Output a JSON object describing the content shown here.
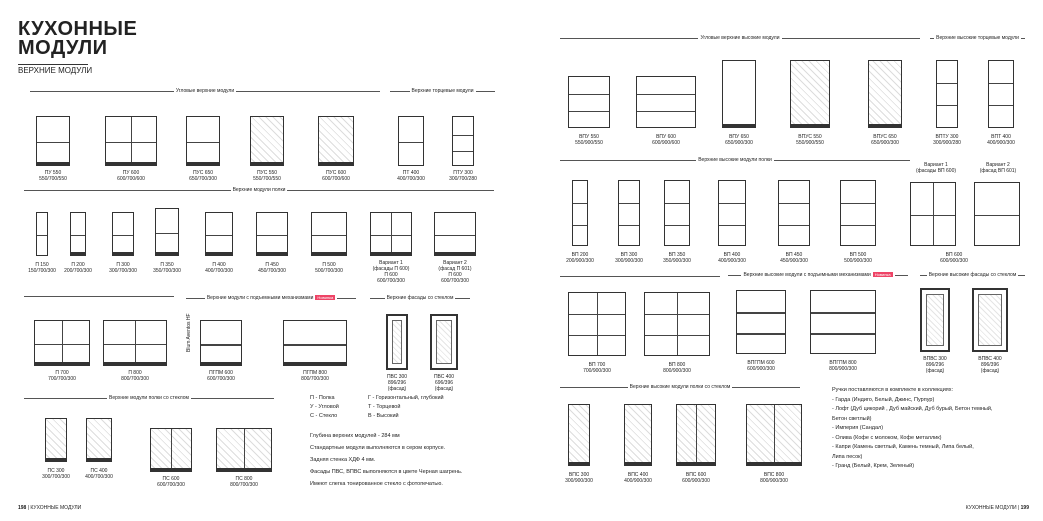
{
  "left": {
    "title": "КУХОННЫЕ МОДУЛИ",
    "subtitle": "ВЕРХНИЕ МОДУЛИ",
    "sections": {
      "corner": "Угловые верхние модули",
      "end": "Верхние торцевые модули",
      "shelves": "Верхние модули полки",
      "lift": "Верхние модули с подъемными механизмами",
      "facades": "Верхние фасады со стеклом",
      "glass": "Верхние модули полки со стеклом",
      "lift_badge": "Новинка"
    },
    "corner_modules": [
      {
        "name": "ПУ 550",
        "size": "550/700/550"
      },
      {
        "name": "ПУ 600",
        "size": "600/700/600"
      },
      {
        "name": "ПУС 650",
        "size": "650/700/300"
      },
      {
        "name": "ПУС 550",
        "size": "550/700/550"
      },
      {
        "name": "ПУС 600",
        "size": "600/700/600"
      }
    ],
    "end_modules": [
      {
        "name": "ПТ 400",
        "size": "400/700/300"
      },
      {
        "name": "ПТУ 300",
        "size": "300/700/280"
      }
    ],
    "shelf_modules": [
      {
        "name": "П 150",
        "size": "150/700/300"
      },
      {
        "name": "П 200",
        "size": "200/700/300"
      },
      {
        "name": "П 300",
        "size": "300/700/300"
      },
      {
        "name": "П 350",
        "size": "350/700/300"
      },
      {
        "name": "П 400",
        "size": "400/700/300"
      },
      {
        "name": "П 450",
        "size": "450/700/300"
      },
      {
        "name": "П 500",
        "size": "500/700/300"
      },
      {
        "name": "П 600",
        "size": "600/700/300",
        "variant": "Вариант 1\n(фасады П 600)"
      },
      {
        "name": "П 600",
        "size": "600/700/300",
        "variant": "Вариант 2\n(фасад П 601)"
      }
    ],
    "wide_modules": [
      {
        "name": "П 700",
        "size": "700/700/300"
      },
      {
        "name": "П 800",
        "size": "800/700/300"
      }
    ],
    "lift_modules": [
      {
        "name": "ПГПМ 600",
        "size": "600/700/300"
      },
      {
        "name": "ПГПМ 800",
        "size": "800/700/300"
      }
    ],
    "lift_vertical": "Blum Aventos HF",
    "facades": [
      {
        "name": "ПВС 300",
        "size": "896/296\n(фасад)"
      },
      {
        "name": "ПВС 400",
        "size": "696/396\n(фасад)"
      }
    ],
    "glass_modules": [
      {
        "name": "ПС 300",
        "size": "300/700/300"
      },
      {
        "name": "ПС 400",
        "size": "400/700/300"
      },
      {
        "name": "ПС 600",
        "size": "600/700/300"
      },
      {
        "name": "ПС 800",
        "size": "800/700/300"
      }
    ],
    "legend_left": "П - Полка\nУ - Угловой\nС - Стекло",
    "legend_right": "Г - Горизонтальный, глубокий\nТ - Торцевой\nВ - Высокий",
    "notes": [
      "Глубина верхних модулей - 284 мм",
      "Стандартные модули выполняются в сером корпусе.",
      "Задняя стенка ХДФ 4 мм.",
      "Фасады ПВС, ВПВС выполняются в цвете Черная шагрень.",
      "Имеют слегка тонированное стекло с фотопечатью."
    ],
    "footer_page": "198",
    "footer_text": "КУХОННЫЕ МОДУЛИ"
  },
  "right": {
    "sections": {
      "corner_high": "Угловые верхние высокие модули",
      "end_high": "Верхние высокие торцевые модули",
      "shelves_high": "Верхние высокие модули полки",
      "lift_high": "Верхние высокие модули с подъемными механизмами",
      "facades_high": "Верхние высокие фасады со стеклом",
      "glass_high": "Верхние высокие модули полки со стеклом",
      "lift_badge": "Новинка"
    },
    "corner_high": [
      {
        "name": "ВПУ 550",
        "size": "550/900/550"
      },
      {
        "name": "ВПУ 600",
        "size": "600/900/600"
      },
      {
        "name": "ВПУ 650",
        "size": "650/900/300"
      },
      {
        "name": "ВПУС 550",
        "size": "550/900/550"
      },
      {
        "name": "ВПУС 650",
        "size": "650/900/300"
      }
    ],
    "end_high": [
      {
        "name": "ВПТУ 300",
        "size": "300/900/280"
      },
      {
        "name": "ВПТ 400",
        "size": "400/900/300"
      }
    ],
    "shelves_high": [
      {
        "name": "ВП 200",
        "size": "200/900/300"
      },
      {
        "name": "ВП 300",
        "size": "300/900/300"
      },
      {
        "name": "ВП 350",
        "size": "350/900/300"
      },
      {
        "name": "ВП 400",
        "size": "400/900/300"
      },
      {
        "name": "ВП 450",
        "size": "450/900/300"
      },
      {
        "name": "ВП 500",
        "size": "500/900/300"
      },
      {
        "name": "ВП 600",
        "size": "600/900/300",
        "variant": "Вариант 1\n(фасады ВП 600)"
      },
      {
        "name": "",
        "size": "",
        "variant": "Вариант 2\n(фасад ВП 601)"
      }
    ],
    "wide_high": [
      {
        "name": "ВП 700",
        "size": "700/900/300"
      },
      {
        "name": "ВП 800",
        "size": "800/900/300"
      }
    ],
    "lift_high": [
      {
        "name": "ВПГПМ 600",
        "size": "600/900/300"
      },
      {
        "name": "ВПГПМ 800",
        "size": "800/900/300"
      }
    ],
    "facades_high": [
      {
        "name": "ВПВС 300",
        "size": "896/296\n(фасад)"
      },
      {
        "name": "ВПВС 400",
        "size": "896/396\n(фасад)"
      }
    ],
    "glass_high": [
      {
        "name": "ВПС 300",
        "size": "300/900/300"
      },
      {
        "name": "ВПС 400",
        "size": "400/900/300"
      },
      {
        "name": "ВПС 600",
        "size": "600/900/300"
      },
      {
        "name": "ВПС 800",
        "size": "800/900/300"
      }
    ],
    "handles_title": "Ручки поставляются в комплекте в коллекциях:",
    "handles": [
      "- Гарда (Индиго, Белый, Джинс, Пурпур)",
      "- Лофт (Дуб цикорий , Дуб майский, Дуб бурый, Бетон темный,",
      "  Бетон светлый)",
      "- Империя (Сандал)",
      "- Олива (Кофе с молоком, Кофе металлик)",
      "- Капри (Камень светлый, Камень темный, Липа белый,",
      "  Липа песок)",
      "- Гранд (Белый, Крем, Зеленый)"
    ],
    "footer_page": "199",
    "footer_text": "КУХОННЫЕ МОДУЛИ"
  }
}
